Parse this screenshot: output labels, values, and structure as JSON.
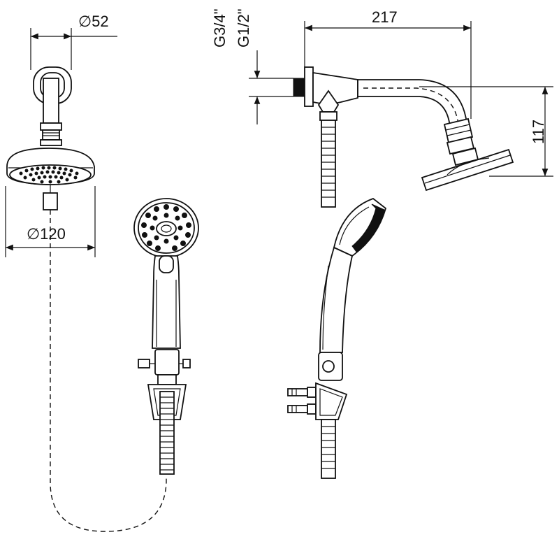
{
  "dimensions": {
    "arm_diameter": "∅52",
    "head_diameter": "∅120",
    "thread_outer": "G3/4\"",
    "thread_inner": "G1/2\"",
    "arm_length": "217",
    "arm_height": "117"
  },
  "colors": {
    "line": "#111111",
    "background": "#ffffff"
  }
}
